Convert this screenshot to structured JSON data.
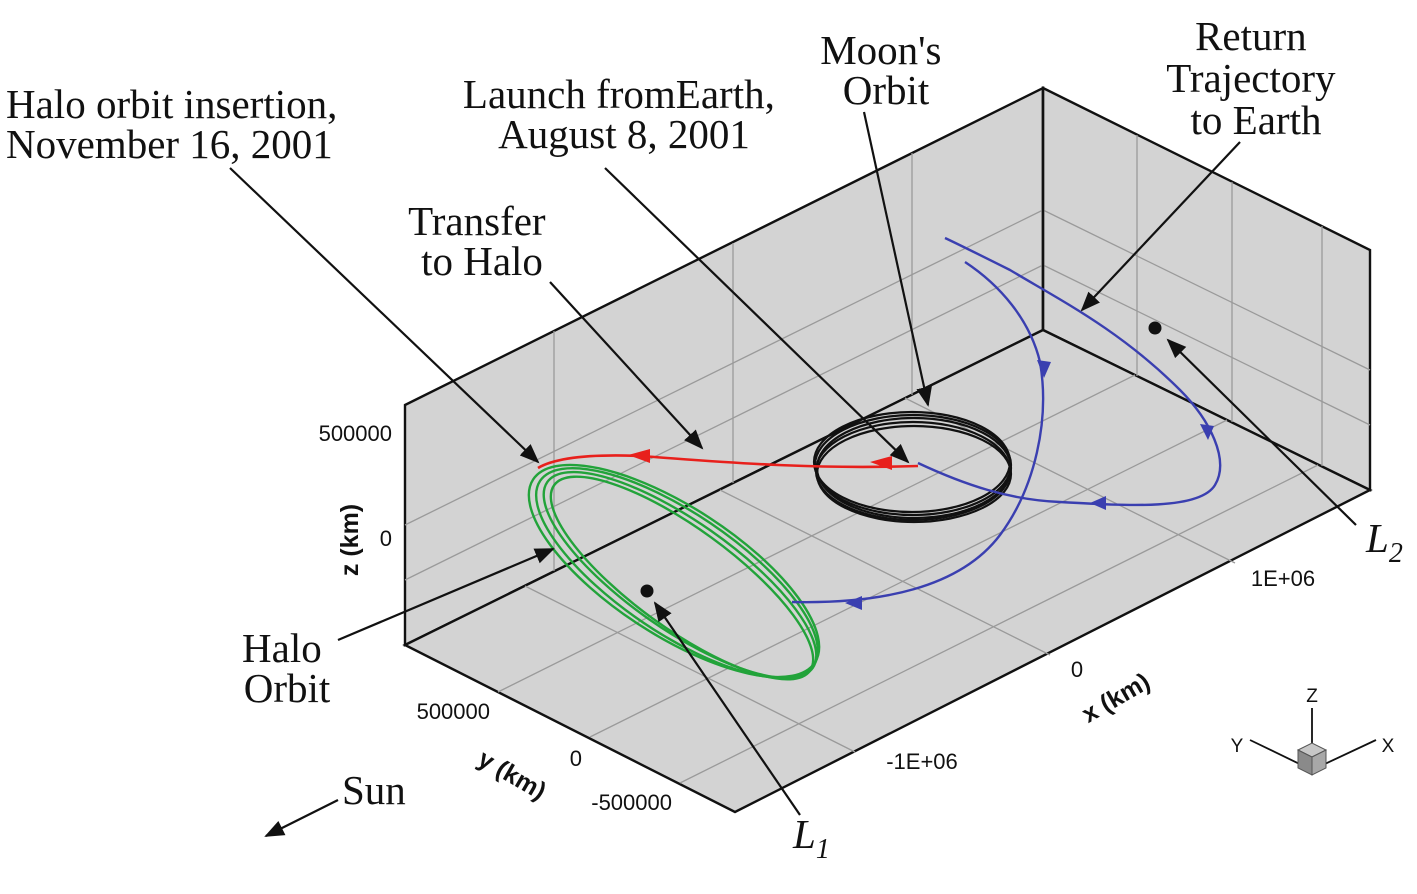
{
  "labels": {
    "halo_insertion": [
      "Halo orbit insertion,",
      "November 16, 2001"
    ],
    "launch": [
      "Launch fromEarth,",
      "August 8, 2001"
    ],
    "moon_orbit": [
      "Moon's",
      "Orbit"
    ],
    "return": [
      "Return",
      "Trajectory",
      "to Earth"
    ],
    "transfer": [
      "Transfer",
      "to Halo"
    ],
    "halo_orbit": [
      "Halo",
      "Orbit"
    ],
    "sun": "Sun",
    "l1": {
      "letter": "L",
      "sub": "1"
    },
    "l2": {
      "letter": "L",
      "sub": "2"
    }
  },
  "axes": {
    "z": {
      "title": "z (km)",
      "ticks": [
        "500000",
        "0"
      ]
    },
    "y": {
      "title": "y (km)",
      "ticks": [
        "500000",
        "0",
        "-500000"
      ]
    },
    "x": {
      "title": "x (km)",
      "ticks": [
        "-1E+06",
        "0",
        "1E+06"
      ]
    }
  },
  "triad": {
    "z": "Z",
    "y": "Y",
    "x": "X"
  },
  "colors": {
    "panel": "#d3d3d3",
    "grid": "#9a9a9a",
    "transfer": "#e8201c",
    "halo": "#22a33a",
    "return": "#3a3fb0",
    "moon": "#111111"
  }
}
